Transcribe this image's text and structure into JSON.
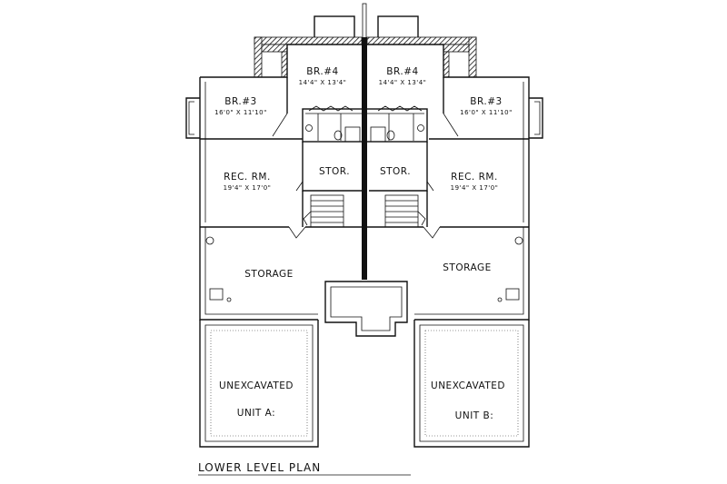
{
  "plan_title": "LOWER LEVEL PLAN",
  "rooms": {
    "br4_left": {
      "name": "BR.#4",
      "dims": "14'4\" X 13'4\""
    },
    "br4_right": {
      "name": "BR.#4",
      "dims": "14'4\" X 13'4\""
    },
    "br3_left": {
      "name": "BR.#3",
      "dims": "16'0\" X 11'10\""
    },
    "br3_right": {
      "name": "BR.#3",
      "dims": "16'0\" X 11'10\""
    },
    "rec_left": {
      "name": "REC. RM.",
      "dims": "19'4\" X 17'0\""
    },
    "rec_right": {
      "name": "REC. RM.",
      "dims": "19'4\" X 17'0\""
    },
    "stor_left": {
      "name": "STOR."
    },
    "stor_right": {
      "name": "STOR."
    },
    "storage_left": {
      "name": "STORAGE"
    },
    "storage_right": {
      "name": "STORAGE"
    },
    "unexc_left": {
      "name": "UNEXCAVATED",
      "unit": "UNIT A:"
    },
    "unexc_right": {
      "name": "UNEXCAVATED",
      "unit": "UNIT B:"
    }
  }
}
